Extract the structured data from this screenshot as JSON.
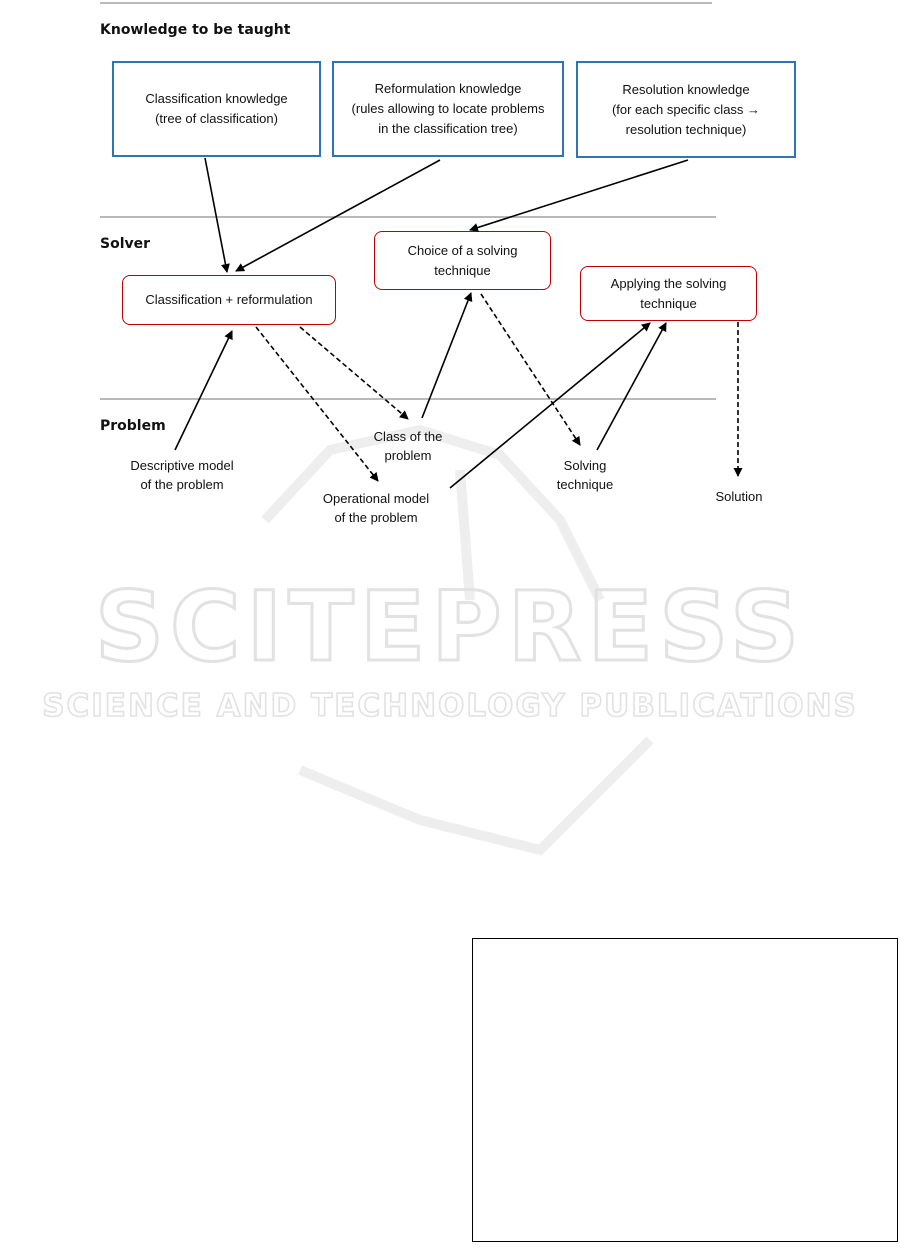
{
  "sections": {
    "knowledge": "Knowledge to be taught",
    "solver": "Solver",
    "problem": "Problem"
  },
  "knowledge_boxes": {
    "classification": [
      "Classification knowledge",
      "(tree of classification)"
    ],
    "reformulation": [
      "Reformulation knowledge",
      "(rules allowing to locate problems",
      "in the classification tree)"
    ],
    "resolution": [
      "Resolution knowledge",
      "(for each specific class →",
      "resolution technique)"
    ]
  },
  "solver_boxes": {
    "classification_reformulation": "Classification + reformulation",
    "choice": [
      "Choice of a solving",
      "technique"
    ],
    "applying": [
      "Applying the solving",
      "technique"
    ]
  },
  "problem_items": {
    "descriptive_model": [
      "Descriptive model",
      "of the problem"
    ],
    "class": [
      "Class of the",
      "problem"
    ],
    "operational_model": [
      "Operational model",
      "of the problem"
    ],
    "solving_technique": [
      "Solving",
      "technique"
    ],
    "solution": "Solution"
  },
  "watermark": {
    "text_main": "SCITEPRESS",
    "text_sub": "SCIENCE AND TECHNOLOGY PUBLICATIONS"
  },
  "colors": {
    "knowledge_border": "#2e75b6",
    "solver_border": "#c00000",
    "divider": "#b9b9b9",
    "watermark": "#e6e6e6"
  }
}
